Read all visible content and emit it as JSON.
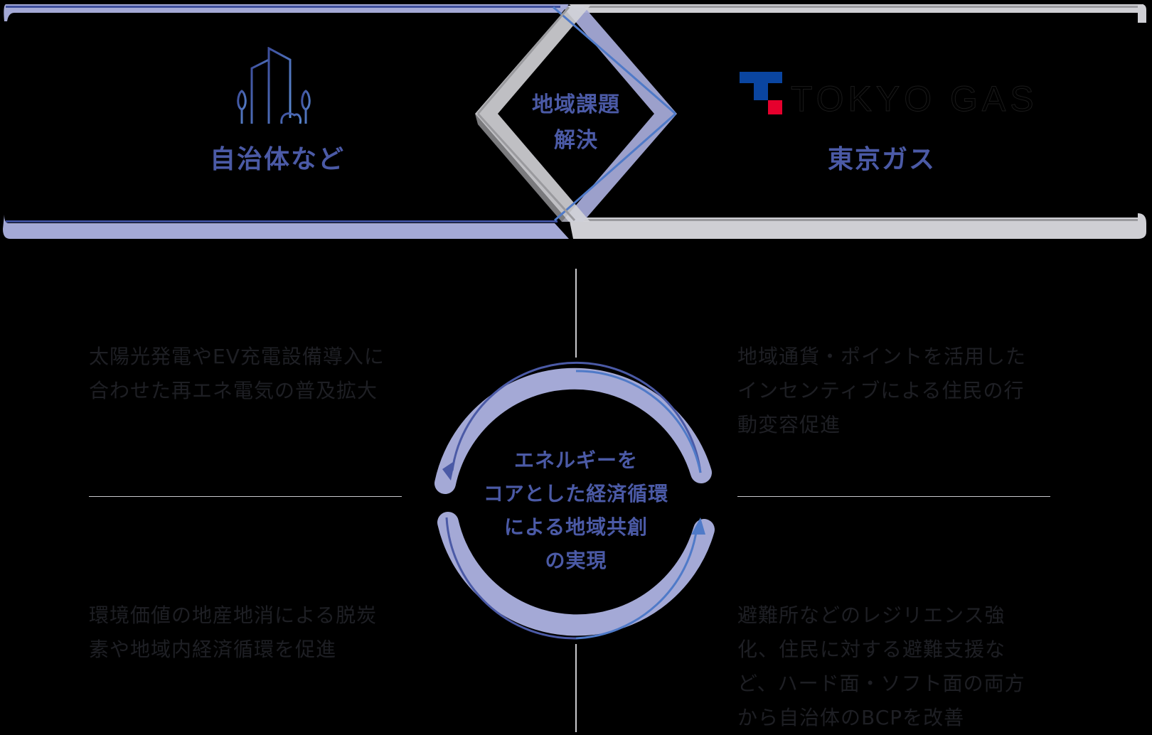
{
  "left_panel": {
    "icon": "city-building-icon",
    "title": "自治体など"
  },
  "center_diamond": {
    "line1": "地域課題",
    "line2": "解決"
  },
  "right_panel": {
    "logo": {
      "icon": "tokyo-gas-t-logo-icon",
      "wordmark": "TOKYO GAS",
      "colors": {
        "blue": "#0a45a0",
        "red": "#e6002d"
      }
    },
    "title": "東京ガス"
  },
  "cycle": {
    "lines": [
      "エネルギーを",
      "コアとした経済循環",
      "による地域共創",
      "の実現"
    ],
    "icon": "circular-arrows-icon"
  },
  "quadrants": {
    "top_left": [
      "太陽光発電やEV充電設備導入に",
      "合わせた再エネ電気の普及拡大"
    ],
    "top_right": [
      "地域通貨・ポイントを活用した",
      "インセンティブによる住民の行",
      "動変容促進"
    ],
    "bottom_left": [
      "環境価値の地産地消による脱炭",
      "素や地域内経済循環を促進"
    ],
    "bottom_right": [
      "避難所などのレジリエンス強",
      "化、住民に対する避難支援な",
      "ど、ハード面・ソフト面の両方",
      "から自治体のBCPを改善"
    ]
  },
  "colors": {
    "accent": "#4b5aa6",
    "band_left": "#a4a9d6",
    "band_right": "#cfcfd4",
    "line_blue": "#4f7ac8",
    "text": "#1e1f24",
    "divider": "#c8c8cc"
  }
}
